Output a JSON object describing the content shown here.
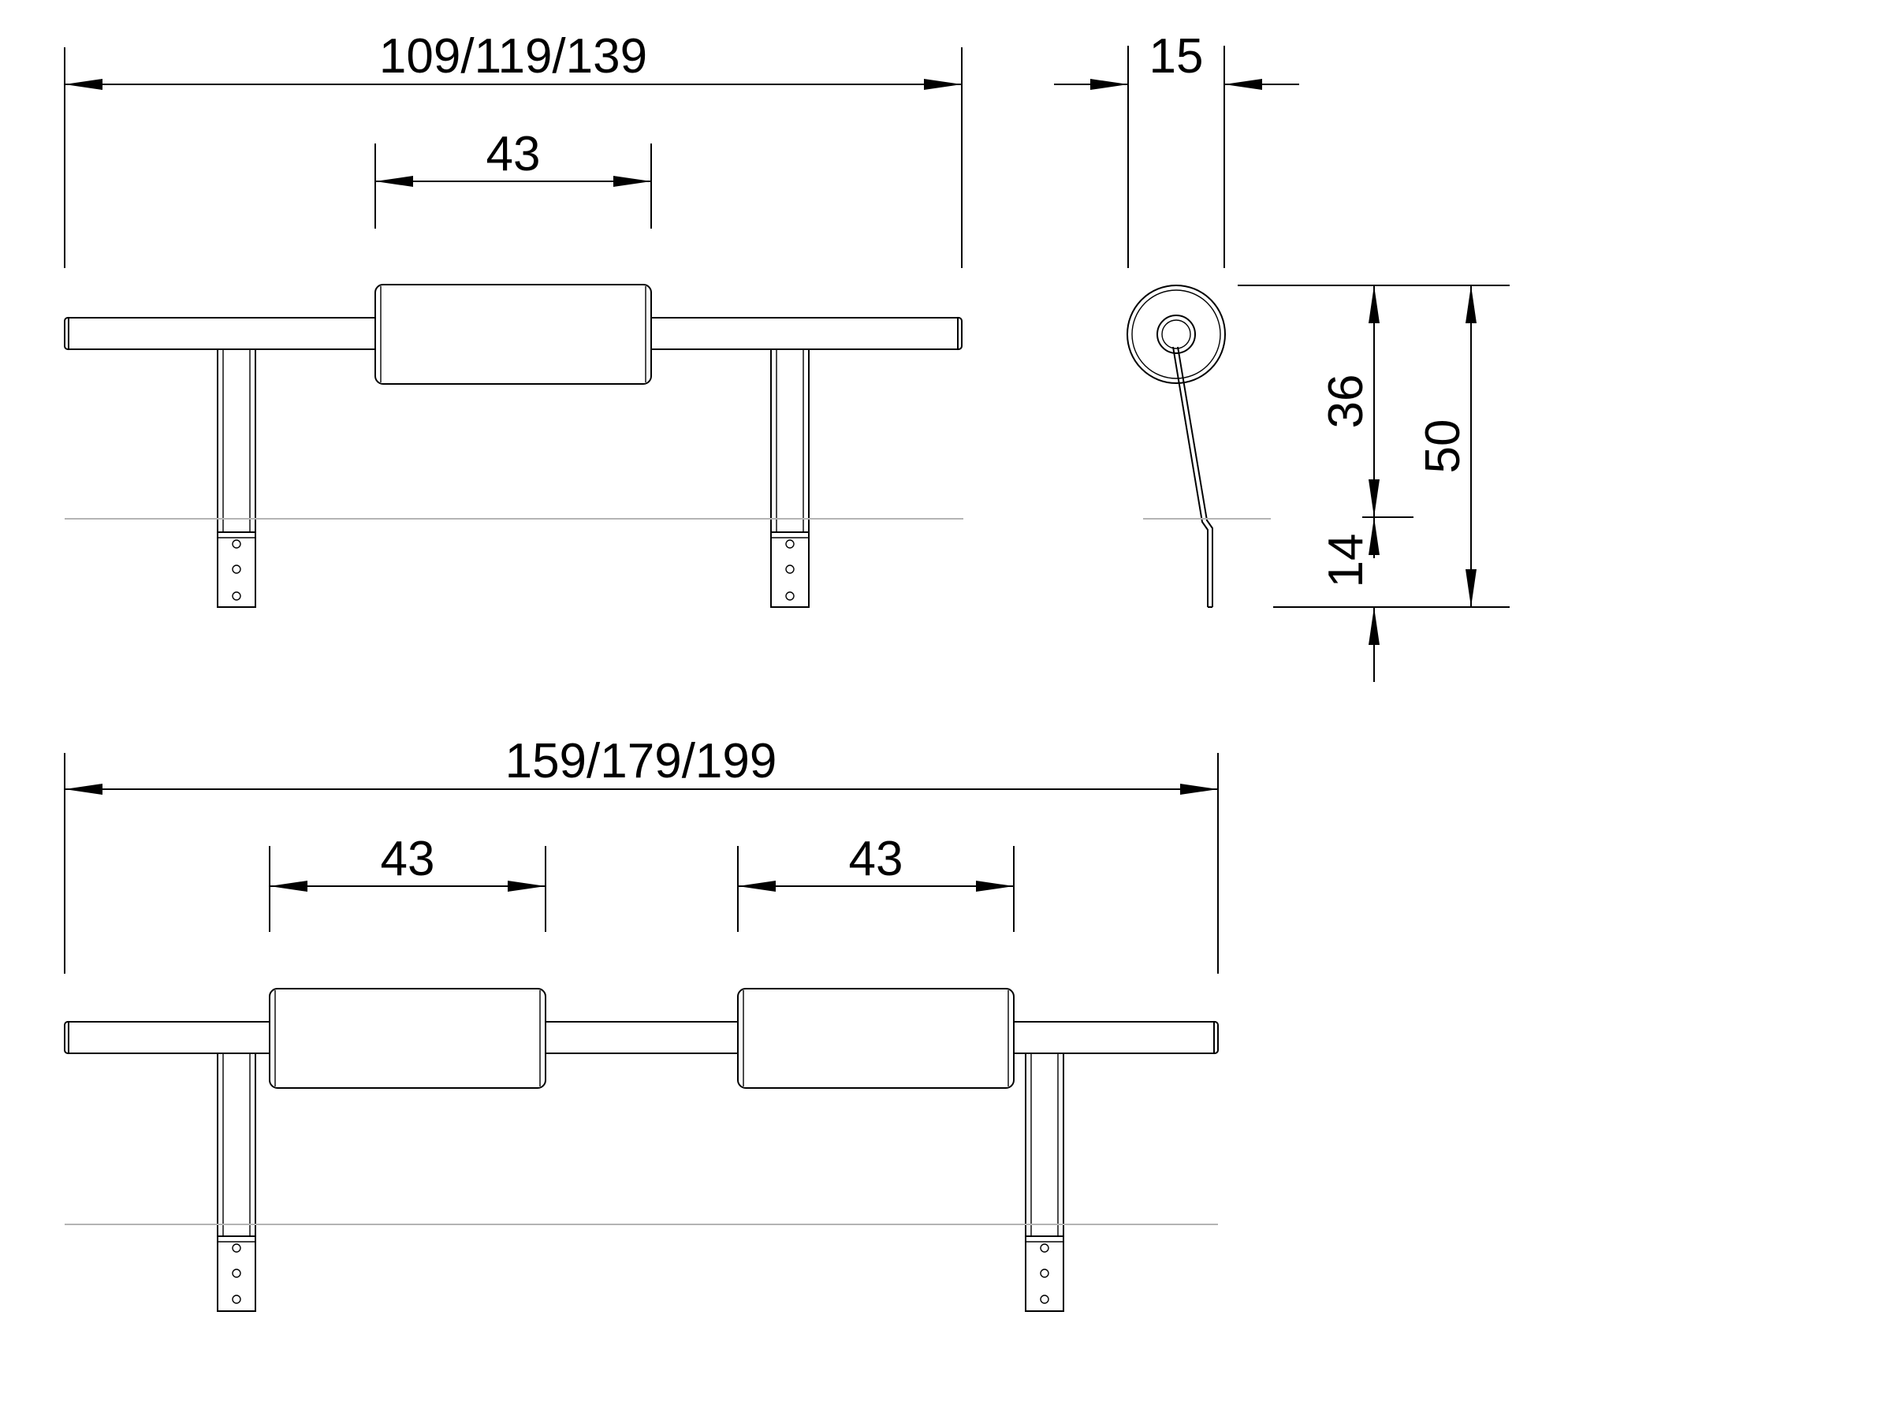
{
  "dimensions": {
    "top_overall": "109/119/139",
    "top_cushion": "43",
    "side_depth": "15",
    "side_height_upper": "36",
    "side_height_total": "50",
    "side_height_lower": "14",
    "bottom_overall": "159/179/199",
    "bottom_cushion_left": "43",
    "bottom_cushion_right": "43"
  }
}
